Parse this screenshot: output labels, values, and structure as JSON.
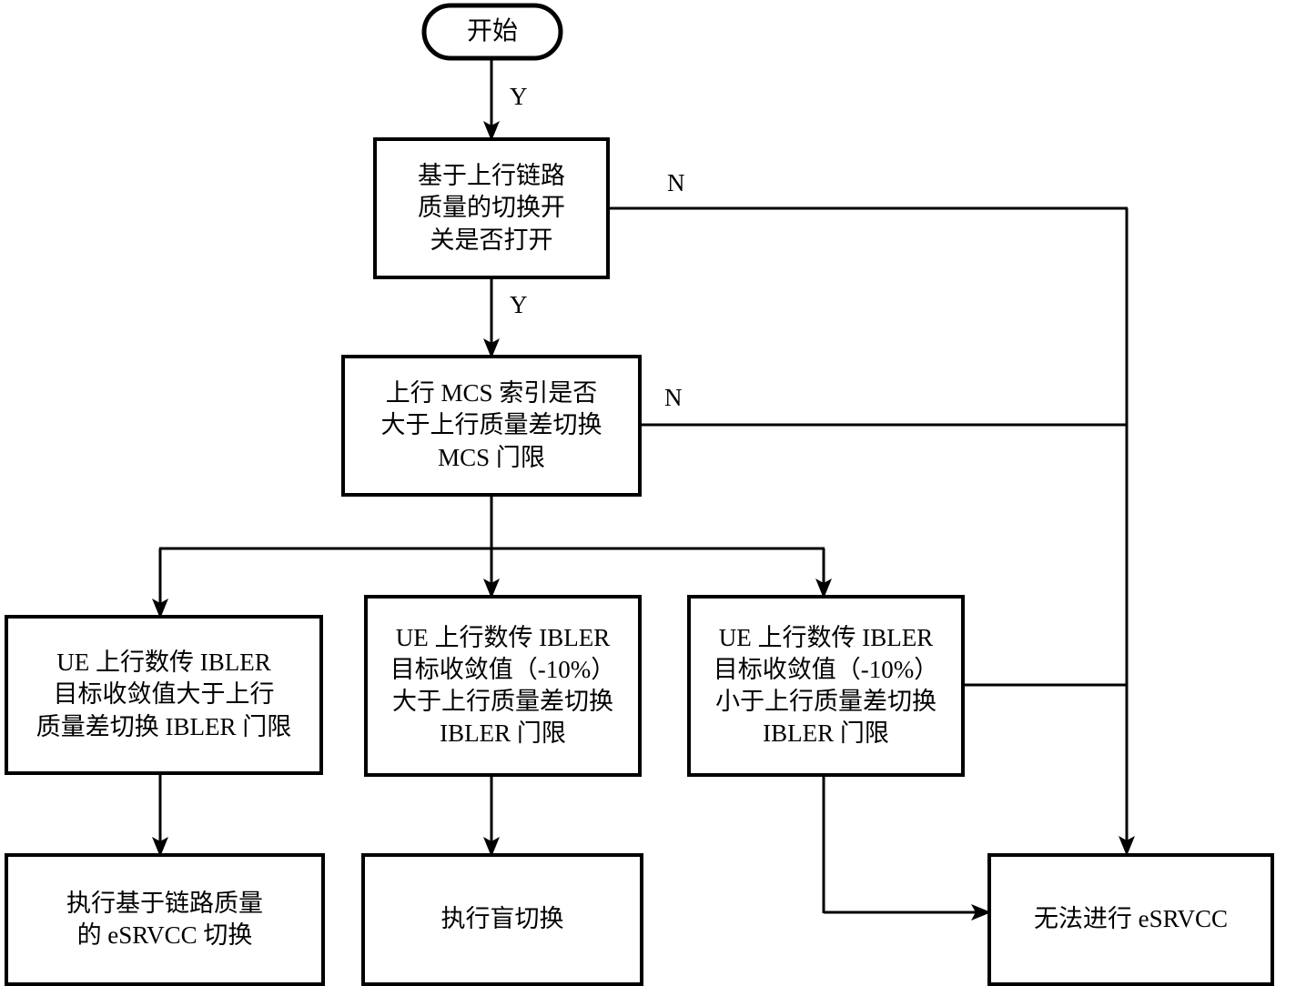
{
  "diagram": {
    "type": "flowchart",
    "language": "zh-CN",
    "orientation": "top-down",
    "background_color": "#ffffff",
    "line_color": "#000000",
    "text_color": "#000000"
  },
  "nodes": {
    "start": {
      "shape": "terminal-rounded",
      "label": "开始"
    },
    "decision_switch": {
      "shape": "rectangle",
      "lines": [
        "基于上行链路",
        "质量的切换开",
        "关是否打开"
      ]
    },
    "decision_mcs": {
      "shape": "rectangle",
      "lines": [
        "上行 MCS 索引是否",
        "大于上行质量差切换",
        "MCS 门限"
      ]
    },
    "ibler_left": {
      "shape": "rectangle",
      "lines": [
        "UE 上行数传 IBLER",
        "目标收敛值大于上行",
        "质量差切换 IBLER 门限"
      ]
    },
    "ibler_middle": {
      "shape": "rectangle",
      "lines": [
        "UE 上行数传 IBLER",
        "目标收敛值（-10%）",
        "大于上行质量差切换",
        "IBLER 门限"
      ]
    },
    "ibler_right": {
      "shape": "rectangle",
      "lines": [
        "UE 上行数传 IBLER",
        "目标收敛值（-10%）",
        "小于上行质量差切换",
        "IBLER 门限"
      ]
    },
    "result_link_quality": {
      "shape": "rectangle",
      "lines": [
        "执行基于链路质量",
        "的 eSRVCC 切换"
      ]
    },
    "result_blind": {
      "shape": "rectangle",
      "lines": [
        "执行盲切换"
      ]
    },
    "result_fail": {
      "shape": "rectangle",
      "lines": [
        "无法进行 eSRVCC"
      ]
    }
  },
  "edge_labels": {
    "start_to_switch": "Y",
    "switch_no": "N",
    "switch_yes": "Y",
    "mcs_no": "N"
  }
}
